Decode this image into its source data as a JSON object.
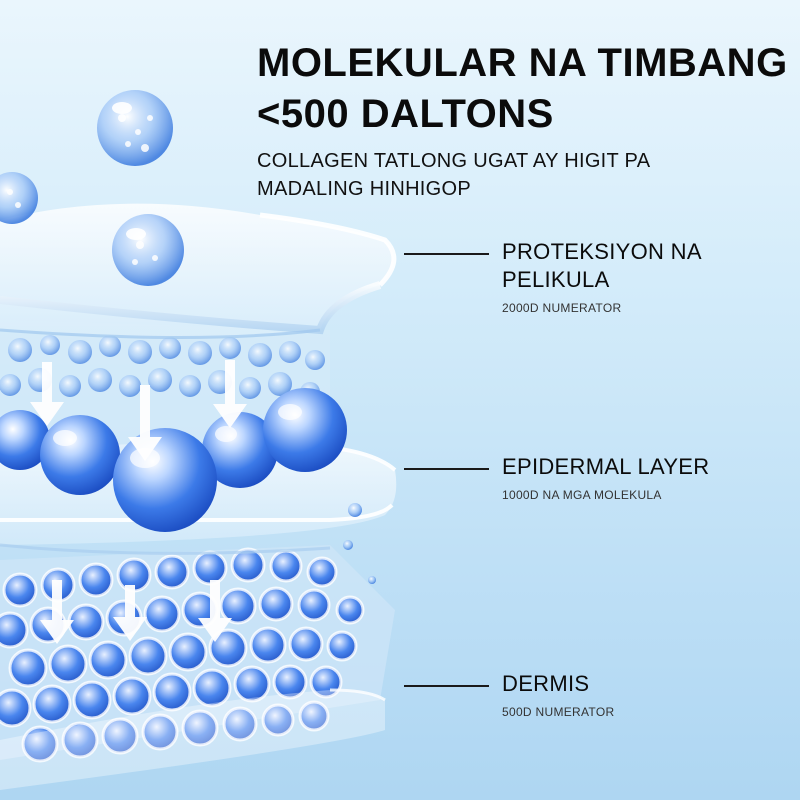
{
  "headline": {
    "line1": "MOLEKULAR NA TIMBANG",
    "line2": "<500 DALTONS",
    "subtitle_line1": "COLLAGEN TATLONG UGAT AY HIGIT PA",
    "subtitle_line2": "MADALING HINHIGOP"
  },
  "layers": [
    {
      "label_line1": "PROTEKSIYON NA",
      "label_line2": "PELIKULA",
      "note": "2000D NUMERATOR"
    },
    {
      "label_line1": "EPIDERMAL LAYER",
      "note": "1000D NA MGA  MOLEKULA"
    },
    {
      "label_line1": "DERMIS",
      "note": "500D NUMERATOR"
    }
  ],
  "colors": {
    "sphere_blue": "#2f6fe0",
    "background_light": "#eaf6fd",
    "background_deep": "#aed6f2",
    "text": "#0b0b0b"
  }
}
